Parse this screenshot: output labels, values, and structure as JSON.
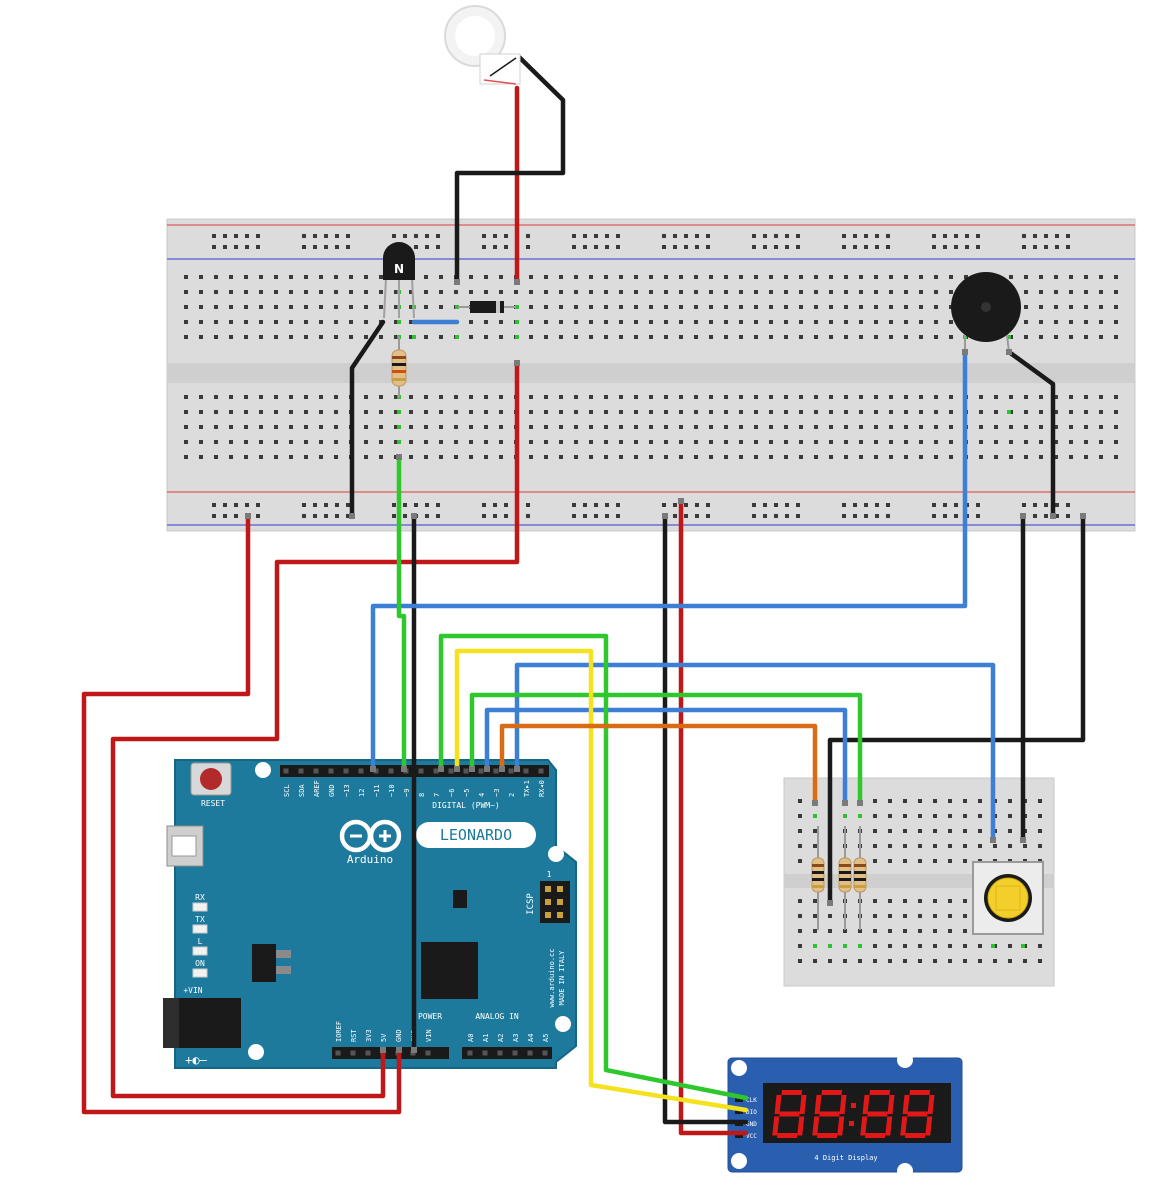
{
  "board": {
    "brand": "Arduino",
    "model": "LEONARDO",
    "reset_label": "RESET",
    "digital_header_label": "DIGITAL (PWM~)",
    "power_label": "POWER",
    "analog_label": "ANALOG IN",
    "icsp_label": "ICSP",
    "vin_label": "+VIN",
    "made_in": "MADE IN ITALY",
    "website": "www.arduino.cc",
    "leds": [
      "RX",
      "TX",
      "L",
      "ON"
    ],
    "top_pins": [
      "SCL",
      "SDA",
      "AREF",
      "GND",
      "~13",
      "12",
      "~11",
      "~10",
      "~9",
      "8",
      "7",
      "~6",
      "~5",
      "4",
      "~3",
      "2",
      "TX▸1",
      "RX◂0"
    ],
    "bottom_power_pins": [
      "IOREF",
      "RST",
      "3V3",
      "5V",
      "GND",
      "GND",
      "VIN"
    ],
    "bottom_analog_pins": [
      "A0",
      "A1",
      "A2",
      "A3",
      "A4",
      "A5"
    ]
  },
  "breadboard": {
    "transistor_label": "N"
  },
  "display": {
    "pins": [
      "CLK",
      "DIO",
      "GND",
      "VCC"
    ],
    "caption": "4 Digit Display",
    "digits": "88:88"
  },
  "colors": {
    "board_blue": "#1d7a9c",
    "wire_red": "#c01818",
    "wire_black": "#1a1a1a",
    "wire_green": "#2ec82e",
    "wire_blue": "#3c7fd4",
    "wire_yellow": "#f3e21d",
    "wire_orange": "#d86b14",
    "display_red": "#e01818",
    "display_board": "#2a5fb0"
  }
}
